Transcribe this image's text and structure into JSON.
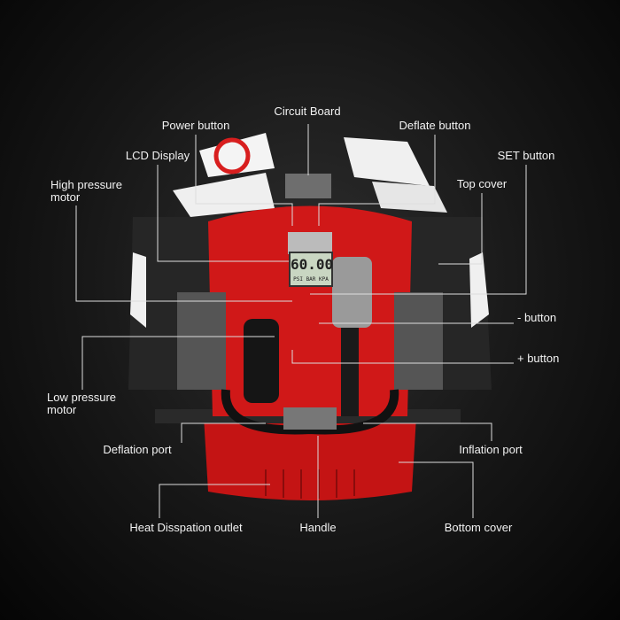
{
  "labels": {
    "circuit_board": "Circuit Board",
    "power_button": "Power button",
    "deflate_button": "Deflate button",
    "lcd_display": "LCD Display",
    "set_button": "SET button",
    "high_pressure_motor_1": "High pressure",
    "high_pressure_motor_2": "motor",
    "top_cover": "Top cover",
    "minus_button": "- button",
    "plus_button": "+ button",
    "low_pressure_motor_1": "Low pressure",
    "low_pressure_motor_2": "motor",
    "deflation_port": "Deflation port",
    "inflation_port": "Inflation port",
    "heat_outlet": "Heat Disspation outlet",
    "handle": "Handle",
    "bottom_cover": "Bottom cover"
  },
  "lcd": {
    "value": "60.00",
    "units": "PSI BAR KPA"
  },
  "colors": {
    "accent": "#d81e1e",
    "cover": "#3a3a3a",
    "white_part": "#f0f0f0"
  }
}
